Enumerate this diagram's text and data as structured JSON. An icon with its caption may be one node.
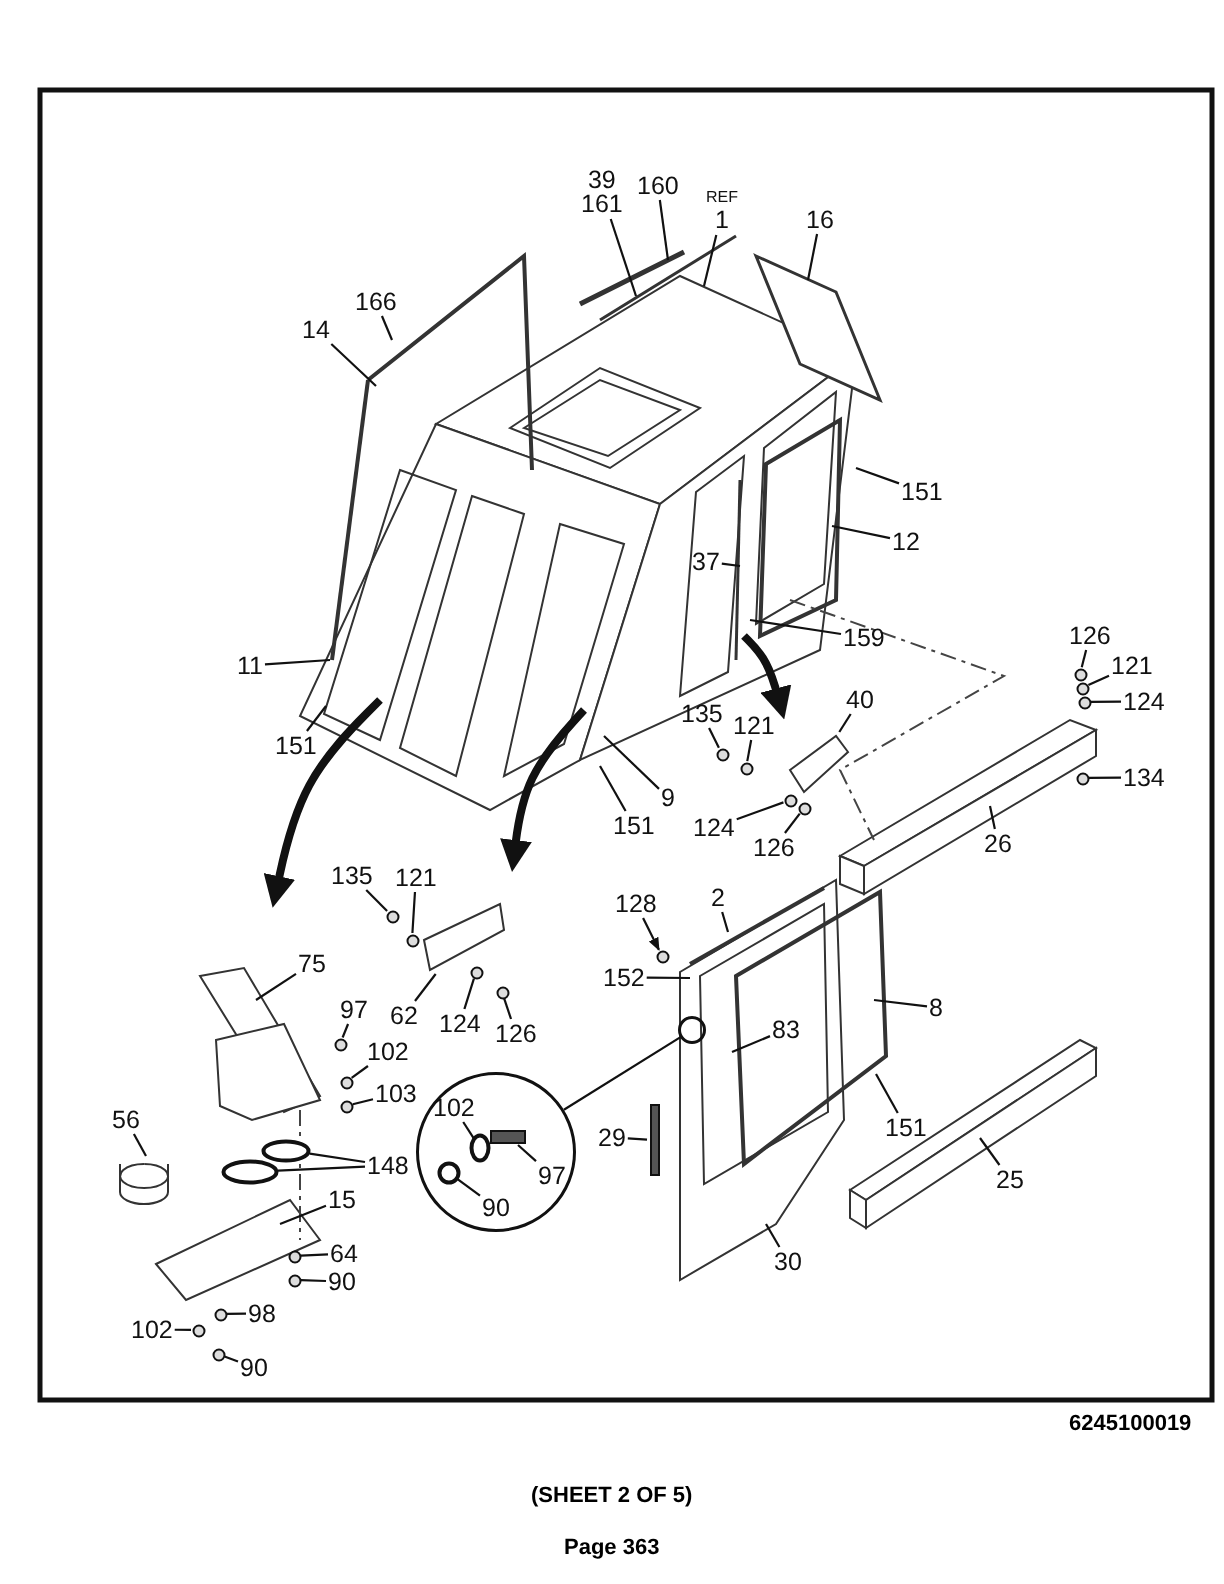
{
  "diagram": {
    "nodes": [
      {
        "text": [
          "39",
          "161"
        ]
      },
      {
        "text": [
          "160"
        ]
      },
      {
        "text": [
          "REF",
          "1"
        ]
      },
      {
        "text": [
          "16"
        ]
      },
      {
        "text": [
          "166"
        ]
      },
      {
        "text": [
          "14"
        ]
      },
      {
        "text": [
          "151"
        ]
      },
      {
        "text": [
          "12"
        ]
      },
      {
        "text": [
          "37"
        ]
      },
      {
        "text": [
          "159"
        ]
      },
      {
        "text": [
          "126"
        ]
      },
      {
        "text": [
          "11"
        ]
      },
      {
        "text": [
          "121"
        ]
      },
      {
        "text": [
          "124"
        ]
      },
      {
        "text": [
          "135"
        ]
      },
      {
        "text": [
          "40"
        ]
      },
      {
        "text": [
          "121"
        ]
      },
      {
        "text": [
          "151"
        ]
      },
      {
        "text": [
          "134"
        ]
      },
      {
        "text": [
          "9"
        ]
      },
      {
        "text": [
          "151"
        ]
      },
      {
        "text": [
          "124"
        ]
      },
      {
        "text": [
          "26"
        ]
      },
      {
        "text": [
          "126"
        ]
      },
      {
        "text": [
          "135"
        ]
      },
      {
        "text": [
          "121"
        ]
      },
      {
        "text": [
          "2"
        ]
      },
      {
        "text": [
          "128"
        ]
      },
      {
        "text": [
          "75"
        ]
      },
      {
        "text": [
          "152"
        ]
      },
      {
        "text": [
          "8"
        ]
      },
      {
        "text": [
          "97"
        ]
      },
      {
        "text": [
          "62"
        ]
      },
      {
        "text": [],
        "shape": "circle"
      },
      {
        "text": [
          "124"
        ]
      },
      {
        "text": [
          "83"
        ]
      },
      {
        "text": [
          "126"
        ]
      },
      {
        "text": [
          "102"
        ]
      },
      {
        "text": [],
        "shape": "circle"
      },
      {
        "text": [
          "102"
        ],
        "in": 38
      },
      {
        "text": [
          "103"
        ]
      },
      {
        "text": [
          "56"
        ]
      },
      {
        "text": [
          "151"
        ]
      },
      {
        "text": [
          "29"
        ]
      },
      {
        "text": [
          "148"
        ]
      },
      {
        "text": [
          "97"
        ],
        "in": 38
      },
      {
        "text": [
          "25"
        ]
      },
      {
        "text": [
          "15"
        ]
      },
      {
        "text": [
          "90"
        ],
        "in": 38
      },
      {
        "text": [
          "64"
        ]
      },
      {
        "text": [
          "30"
        ]
      },
      {
        "text": [
          "90"
        ]
      },
      {
        "text": [
          "98"
        ]
      },
      {
        "text": [
          "102"
        ]
      },
      {
        "text": [
          "90"
        ]
      },
      {
        "text": [],
        "shape": "circle"
      },
      {
        "text": [],
        "shape": "circle"
      },
      {
        "text": [],
        "shape": "circle"
      },
      {
        "text": [],
        "shape": "circle"
      },
      {
        "text": [],
        "shape": "circle"
      },
      {
        "text": [],
        "shape": "circle"
      },
      {
        "text": [],
        "shape": "circle"
      },
      {
        "text": [],
        "shape": "circle"
      },
      {
        "text": [],
        "shape": "circle"
      },
      {
        "text": [],
        "shape": "circle"
      },
      {
        "text": [],
        "shape": "circle"
      },
      {
        "text": [],
        "shape": "circle"
      },
      {
        "text": [],
        "shape": "circle"
      },
      {
        "text": [],
        "shape": "circle"
      },
      {
        "text": [],
        "shape": "circle"
      },
      {
        "text": [],
        "shape": "circle"
      },
      {
        "text": [],
        "shape": "bar"
      },
      {
        "text": [],
        "shape": "circle"
      },
      {
        "text": [],
        "shape": "circle"
      },
      {
        "text": [],
        "shape": "circle"
      },
      {
        "text": [],
        "shape": "circle"
      },
      {
        "text": [],
        "shape": "circle"
      },
      {
        "text": [],
        "shape": "circle"
      },
      {
        "text": [],
        "shape": "circle"
      },
      {
        "text": [],
        "shape": "circle",
        "in": 38
      },
      {
        "text": [],
        "shape": "bar",
        "in": 38
      },
      {
        "text": [],
        "shape": "circle",
        "in": 38
      },
      {
        "text": [],
        "shape": "bar"
      },
      {
        "text": [],
        "shape": "bar"
      }
    ],
    "edges": [
      {
        "from": 0,
        "to": null,
        "arrow": "none"
      },
      {
        "from": 1,
        "to": null,
        "arrow": "none"
      },
      {
        "from": 2,
        "to": null,
        "arrow": "none"
      },
      {
        "from": 3,
        "to": null,
        "arrow": "none"
      },
      {
        "from": 4,
        "to": null,
        "arrow": "none"
      },
      {
        "from": 5,
        "to": null,
        "arrow": "none"
      },
      {
        "from": 6,
        "to": null,
        "arrow": "none"
      },
      {
        "from": 7,
        "to": null,
        "arrow": "none"
      },
      {
        "from": 8,
        "to": null,
        "arrow": "none"
      },
      {
        "from": 9,
        "to": null,
        "arrow": "none"
      },
      {
        "from": 10,
        "to": 55,
        "arrow": "none"
      },
      {
        "from": 11,
        "to": null,
        "arrow": "none"
      },
      {
        "from": 12,
        "to": 56,
        "arrow": "none"
      },
      {
        "from": 13,
        "to": 57,
        "arrow": "none"
      },
      {
        "from": 14,
        "to": 58,
        "arrow": "none"
      },
      {
        "from": 15,
        "to": 82,
        "arrow": "none"
      },
      {
        "from": 16,
        "to": 59,
        "arrow": "none"
      },
      {
        "from": 17,
        "to": null,
        "arrow": "none"
      },
      {
        "from": 18,
        "to": 60,
        "arrow": "none"
      },
      {
        "from": 19,
        "to": null,
        "arrow": "none"
      },
      {
        "from": 20,
        "to": null,
        "arrow": "none"
      },
      {
        "from": 21,
        "to": 61,
        "arrow": "none"
      },
      {
        "from": 22,
        "to": null,
        "arrow": "none"
      },
      {
        "from": 23,
        "to": 62,
        "arrow": "none"
      },
      {
        "from": 24,
        "to": 63,
        "arrow": "none"
      },
      {
        "from": 25,
        "to": 64,
        "arrow": "none"
      },
      {
        "from": 26,
        "to": null,
        "arrow": "none"
      },
      {
        "from": 27,
        "to": 65,
        "arrow": "to"
      },
      {
        "from": 28,
        "to": null,
        "arrow": "none"
      },
      {
        "from": 29,
        "to": null,
        "arrow": "none"
      },
      {
        "from": 30,
        "to": null,
        "arrow": "none"
      },
      {
        "from": 31,
        "to": 68,
        "arrow": "none"
      },
      {
        "from": 32,
        "to": 83,
        "arrow": "none"
      },
      {
        "from": 33,
        "to": 38,
        "arrow": "none"
      },
      {
        "from": 34,
        "to": 66,
        "arrow": "none"
      },
      {
        "from": 35,
        "to": null,
        "arrow": "none"
      },
      {
        "from": 36,
        "to": 67,
        "arrow": "none"
      },
      {
        "from": 37,
        "to": 69,
        "arrow": "none"
      },
      {
        "from": 39,
        "to": 79,
        "arrow": "none"
      },
      {
        "from": 40,
        "to": 70,
        "arrow": "none"
      },
      {
        "from": 41,
        "to": null,
        "arrow": "none"
      },
      {
        "from": 42,
        "to": null,
        "arrow": "none"
      },
      {
        "from": 43,
        "to": 71,
        "arrow": "none"
      },
      {
        "from": 44,
        "to": 72,
        "arrow": "none"
      },
      {
        "from": 44,
        "to": 73,
        "arrow": "none"
      },
      {
        "from": 45,
        "to": 80,
        "arrow": "none"
      },
      {
        "from": 46,
        "to": null,
        "arrow": "none"
      },
      {
        "from": 47,
        "to": null,
        "arrow": "none"
      },
      {
        "from": 48,
        "to": 81,
        "arrow": "none"
      },
      {
        "from": 49,
        "to": 74,
        "arrow": "none"
      },
      {
        "from": 50,
        "to": null,
        "arrow": "none"
      },
      {
        "from": 51,
        "to": 75,
        "arrow": "none"
      },
      {
        "from": 52,
        "to": 76,
        "arrow": "none"
      },
      {
        "from": 53,
        "to": 77,
        "arrow": "none"
      },
      {
        "from": 54,
        "to": 78,
        "arrow": "none"
      }
    ],
    "labels": [
      "6245100019",
      "(SHEET 2 OF 5)",
      "Page 363"
    ]
  }
}
